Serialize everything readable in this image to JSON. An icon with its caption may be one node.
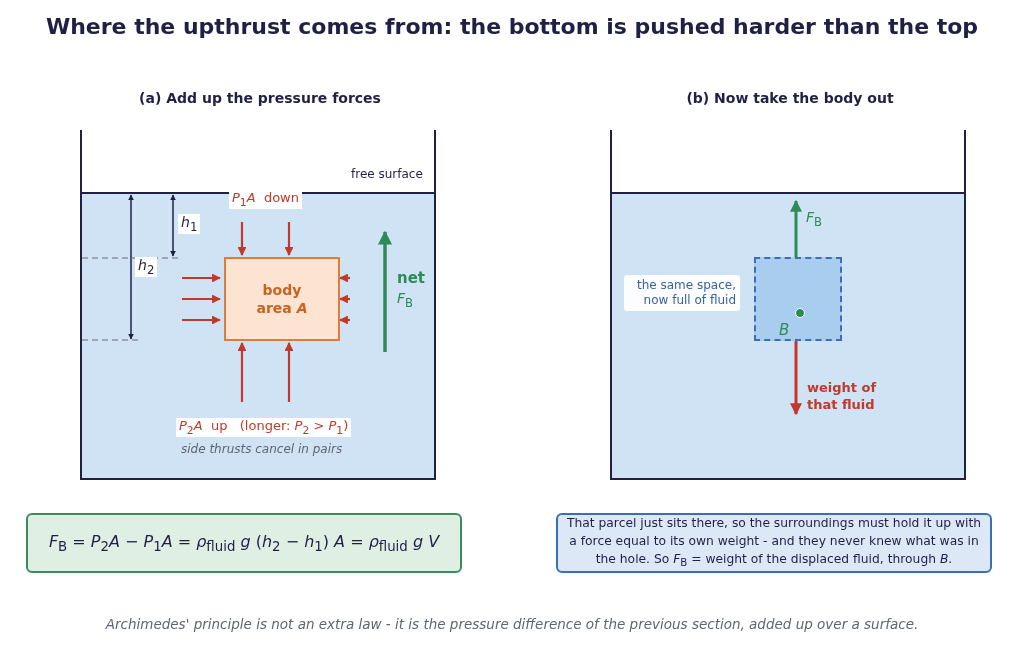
{
  "diagram": {
    "title": "Where the upthrust comes from: the bottom is pushed harder than the top",
    "caption": "Archimedes' principle is not an extra law - it is the pressure difference of the previous section, added up over a surface.",
    "nodes": [
      {
        "text": [
          "(a) Add up the pressure forces"
        ]
      },
      {
        "text": [
          "body area *A*"
        ],
        "in": 0
      },
      {
        "text": [
          "(b) Now take the body out"
        ]
      },
      {
        "text": [],
        "shape": "box",
        "in": 2,
        "beside": [
          "the same space, now full of fluid"
        ]
      },
      {
        "text": [],
        "shape": "circle",
        "in": 3,
        "beside": [
          "B"
        ]
      },
      {
        "text": [
          "*F*$_{B}$ = *P*$_{2}$*A* − *P*$_{1}$*A* = *ρ*$_{fluid}$ *g* (*h*$_{2}$ − *h*$_{1}$) *A* = *ρ*$_{fluid}$ *g* *V*"
        ]
      },
      {
        "text": [
          "That parcel just sits there, so the surroundings must hold it up with a force equal to its own weight - and they never knew what was in the hole. So *F*$_{B}$ = weight of the displaced fluid, through *B*."
        ]
      }
    ],
    "edges": [
      {
        "from": null,
        "to": 1,
        "arrow": "to"
      },
      {
        "from": null,
        "to": 1,
        "arrow": "to"
      },
      {
        "from": null,
        "to": 1,
        "arrow": "to"
      },
      {
        "from": null,
        "to": 1,
        "arrow": "to"
      },
      {
        "from": null,
        "to": 1,
        "arrow": "to"
      },
      {
        "from": null,
        "to": 1,
        "arrow": "to"
      },
      {
        "from": null,
        "to": 1,
        "arrow": "to"
      },
      {
        "from": null,
        "to": 1,
        "arrow": "to"
      },
      {
        "from": null,
        "to": 1,
        "arrow": "to"
      },
      {
        "from": null,
        "to": 1,
        "arrow": "to"
      },
      {
        "from": 4,
        "to": null,
        "arrow": "to",
        "label": "*F*$_{B}$",
        "color": "#2e8b57"
      },
      {
        "from": 4,
        "to": null,
        "arrow": "to",
        "label": "weight of that fluid"
      }
    ],
    "labels": [
      "free surface",
      "*P*$_{1}$*A*  down",
      "*h*$_{1}$",
      "*h*$_{2}$",
      "net",
      "*F*$_{B}$",
      "*P*$_{2}$*A*  up   (longer: *P*$_{2}$ > *P*$_{1}$)",
      "side thrusts cancel in pairs"
    ]
  }
}
